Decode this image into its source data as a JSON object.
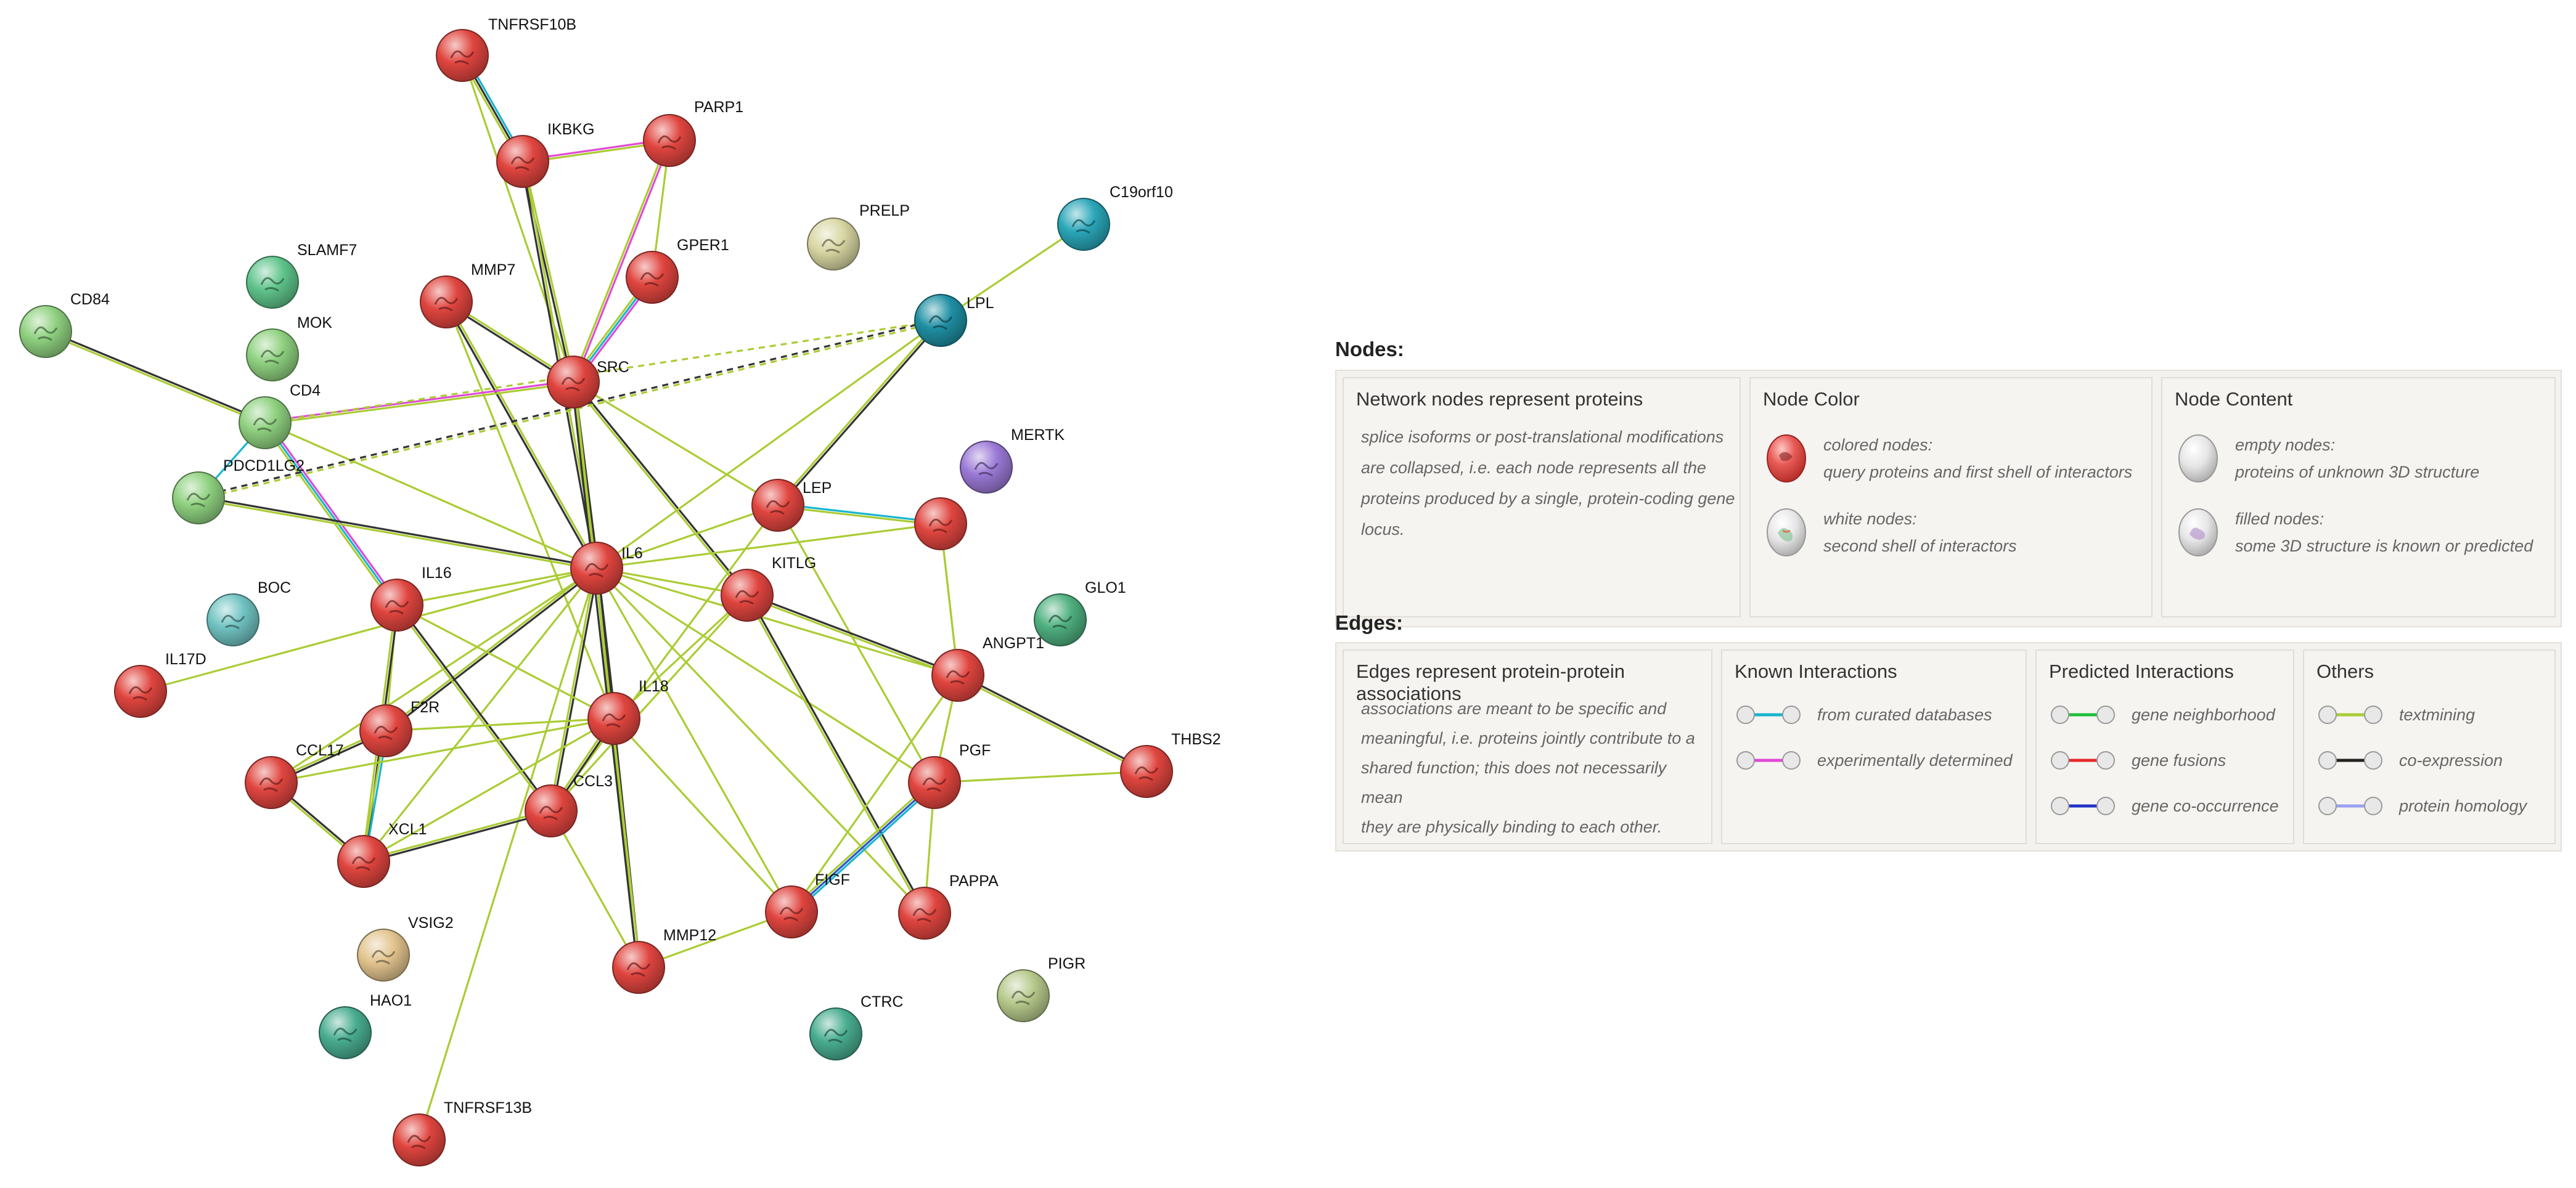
{
  "network": {
    "nodes": [
      {
        "id": "TNFRSF10B",
        "label": "TNFRSF10B",
        "color": "#e0453f"
      },
      {
        "id": "IKBKG",
        "label": "IKBKG",
        "color": "#e0453f"
      },
      {
        "id": "PARP1",
        "label": "PARP1",
        "color": "#e0453f"
      },
      {
        "id": "PRELP",
        "label": "PRELP",
        "color": "#d8d6a2"
      },
      {
        "id": "C19orf10",
        "label": "C19orf10",
        "color": "#2aa6b8"
      },
      {
        "id": "SLAMF7",
        "label": "SLAMF7",
        "color": "#5fc48b"
      },
      {
        "id": "MMP7",
        "label": "MMP7",
        "color": "#e0453f"
      },
      {
        "id": "GPER1",
        "label": "GPER1",
        "color": "#e0453f"
      },
      {
        "id": "CD84",
        "label": "CD84",
        "color": "#8fd180"
      },
      {
        "id": "MOK",
        "label": "MOK",
        "color": "#8fd180"
      },
      {
        "id": "SRC",
        "label": "SRC",
        "color": "#e0453f"
      },
      {
        "id": "LPL",
        "label": "LPL",
        "color": "#1f8fa3"
      },
      {
        "id": "CD4",
        "label": "CD4",
        "color": "#8fd180"
      },
      {
        "id": "MERTK",
        "label": "MERTK",
        "color": "#9b79d6"
      },
      {
        "id": "PDCD1LG2",
        "label": "PDCD1LG2",
        "color": "#8fd180"
      },
      {
        "id": "LEP",
        "label": "LEP",
        "color": "#e0453f"
      },
      {
        "id": "HGF",
        "label": "",
        "color": "#e0453f"
      },
      {
        "id": "IL6",
        "label": "IL6",
        "color": "#e0453f"
      },
      {
        "id": "KITLG",
        "label": "KITLG",
        "color": "#e0453f"
      },
      {
        "id": "IL16",
        "label": "IL16",
        "color": "#e0453f"
      },
      {
        "id": "BOC",
        "label": "BOC",
        "color": "#70c3c2"
      },
      {
        "id": "GLO1",
        "label": "GLO1",
        "color": "#4fb080"
      },
      {
        "id": "IL17D",
        "label": "IL17D",
        "color": "#e0453f"
      },
      {
        "id": "ANGPT1",
        "label": "ANGPT1",
        "color": "#e0453f"
      },
      {
        "id": "F2R",
        "label": "F2R",
        "color": "#e0453f"
      },
      {
        "id": "IL18",
        "label": "IL18",
        "color": "#e0453f"
      },
      {
        "id": "THBS2",
        "label": "THBS2",
        "color": "#e0453f"
      },
      {
        "id": "CCL17",
        "label": "CCL17",
        "color": "#e0453f"
      },
      {
        "id": "PGF",
        "label": "PGF",
        "color": "#e0453f"
      },
      {
        "id": "CCL3",
        "label": "CCL3",
        "color": "#e0453f"
      },
      {
        "id": "XCL1",
        "label": "XCL1",
        "color": "#e0453f"
      },
      {
        "id": "FIGF",
        "label": "FIGF",
        "color": "#e0453f"
      },
      {
        "id": "PAPPA",
        "label": "PAPPA",
        "color": "#e0453f"
      },
      {
        "id": "VSIG2",
        "label": "VSIG2",
        "color": "#e2c48e"
      },
      {
        "id": "MMP12",
        "label": "MMP12",
        "color": "#e0453f"
      },
      {
        "id": "PIGR",
        "label": "PIGR",
        "color": "#b7c98c"
      },
      {
        "id": "HAO1",
        "label": "HAO1",
        "color": "#49ad8f"
      },
      {
        "id": "CTRC",
        "label": "CTRC",
        "color": "#49ad8f"
      },
      {
        "id": "TNFRSF13B",
        "label": "TNFRSF13B",
        "color": "#e0453f"
      }
    ],
    "edges": [
      [
        "TNFRSF10B",
        "IKBKG",
        [
          "#18b5cf",
          "#333333",
          "#aacc33"
        ]
      ],
      [
        "TNFRSF10B",
        "SRC",
        [
          "#aacc33"
        ]
      ],
      [
        "IKBKG",
        "PARP1",
        [
          "#e04ad6",
          "#aacc33"
        ]
      ],
      [
        "IKBKG",
        "SRC",
        [
          "#aacc33",
          "#333333"
        ]
      ],
      [
        "IKBKG",
        "IL6",
        [
          "#aacc33",
          "#333333"
        ]
      ],
      [
        "PARP1",
        "SRC",
        [
          "#e04ad6",
          "#aacc33"
        ]
      ],
      [
        "PARP1",
        "GPER1",
        [
          "#aacc33"
        ]
      ],
      [
        "GPER1",
        "SRC",
        [
          "#e04ad6",
          "#18b5cf",
          "#aacc33"
        ]
      ],
      [
        "C19orf10",
        "LPL",
        [
          "#aacc33"
        ]
      ],
      [
        "MMP7",
        "SRC",
        [
          "#aacc33",
          "#333333"
        ]
      ],
      [
        "MMP7",
        "IL6",
        [
          "#aacc33",
          "#333333"
        ]
      ],
      [
        "MMP7",
        "IL18",
        [
          "#aacc33"
        ]
      ],
      [
        "CD84",
        "CD4",
        [
          "#333333",
          "#aacc33"
        ]
      ],
      [
        "CD4",
        "SRC",
        [
          "#e04ad6",
          "#aacc33"
        ]
      ],
      [
        "CD4",
        "IL16",
        [
          "#e04ad6",
          "#18b5cf",
          "#aacc33"
        ]
      ],
      [
        "CD4",
        "IL6",
        [
          "#aacc33"
        ]
      ],
      [
        "CD4",
        "PDCD1LG2",
        [
          "#18b5cf"
        ]
      ],
      [
        "PDCD1LG2",
        "IL6",
        [
          "#333333",
          "#aacc33"
        ]
      ],
      [
        "SRC",
        "IL6",
        [
          "#333333",
          "#aacc33"
        ]
      ],
      [
        "SRC",
        "KITLG",
        [
          "#333333",
          "#aacc33"
        ]
      ],
      [
        "SRC",
        "LEP",
        [
          "#aacc33"
        ]
      ],
      [
        "LPL",
        "LEP",
        [
          "#333333",
          "#aacc33"
        ]
      ],
      [
        "LPL",
        "IL6",
        [
          "#aacc33"
        ]
      ],
      [
        "LEP",
        "HGF",
        [
          "#18b5cf",
          "#aacc33"
        ]
      ],
      [
        "LEP",
        "IL6",
        [
          "#aacc33"
        ]
      ],
      [
        "LEP",
        "PGF",
        [
          "#aacc33"
        ]
      ],
      [
        "LEP",
        "CCL3",
        [
          "#aacc33"
        ]
      ],
      [
        "HGF",
        "ANGPT1",
        [
          "#aacc33"
        ]
      ],
      [
        "HGF",
        "IL6",
        [
          "#aacc33"
        ]
      ],
      [
        "IL6",
        "KITLG",
        [
          "#aacc33"
        ]
      ],
      [
        "IL6",
        "IL16",
        [
          "#aacc33"
        ]
      ],
      [
        "IL6",
        "IL17D",
        [
          "#aacc33"
        ]
      ],
      [
        "IL6",
        "IL18",
        [
          "#333333",
          "#aacc33"
        ]
      ],
      [
        "IL6",
        "F2R",
        [
          "#333333",
          "#aacc33"
        ]
      ],
      [
        "IL6",
        "CCL17",
        [
          "#aacc33"
        ]
      ],
      [
        "IL6",
        "CCL3",
        [
          "#333333",
          "#aacc33"
        ]
      ],
      [
        "IL6",
        "XCL1",
        [
          "#aacc33"
        ]
      ],
      [
        "IL6",
        "ANGPT1",
        [
          "#aacc33"
        ]
      ],
      [
        "IL6",
        "PGF",
        [
          "#aacc33"
        ]
      ],
      [
        "IL6",
        "FIGF",
        [
          "#aacc33"
        ]
      ],
      [
        "IL6",
        "MMP12",
        [
          "#333333",
          "#aacc33"
        ]
      ],
      [
        "IL6",
        "TNFRSF13B",
        [
          "#aacc33"
        ]
      ],
      [
        "IL6",
        "PAPPA",
        [
          "#aacc33"
        ]
      ],
      [
        "KITLG",
        "ANGPT1",
        [
          "#333333",
          "#aacc33"
        ]
      ],
      [
        "KITLG",
        "IL18",
        [
          "#aacc33"
        ]
      ],
      [
        "KITLG",
        "CCL3",
        [
          "#aacc33"
        ]
      ],
      [
        "KITLG",
        "PAPPA",
        [
          "#333333",
          "#aacc33"
        ]
      ],
      [
        "IL16",
        "F2R",
        [
          "#aacc33"
        ]
      ],
      [
        "IL16",
        "CCL3",
        [
          "#333333",
          "#aacc33"
        ]
      ],
      [
        "IL16",
        "XCL1",
        [
          "#333333",
          "#aacc33"
        ]
      ],
      [
        "IL16",
        "IL18",
        [
          "#aacc33"
        ]
      ],
      [
        "F2R",
        "CCL17",
        [
          "#333333",
          "#aacc33"
        ]
      ],
      [
        "F2R",
        "XCL1",
        [
          "#18b5cf",
          "#aacc33"
        ]
      ],
      [
        "F2R",
        "IL18",
        [
          "#aacc33"
        ]
      ],
      [
        "IL18",
        "CCL3",
        [
          "#333333",
          "#aacc33"
        ]
      ],
      [
        "IL18",
        "XCL1",
        [
          "#aacc33"
        ]
      ],
      [
        "IL18",
        "FIGF",
        [
          "#aacc33"
        ]
      ],
      [
        "IL18",
        "CCL17",
        [
          "#aacc33"
        ]
      ],
      [
        "CCL3",
        "XCL1",
        [
          "#333333",
          "#aacc33"
        ]
      ],
      [
        "CCL3",
        "MMP12",
        [
          "#aacc33"
        ]
      ],
      [
        "CCL17",
        "XCL1",
        [
          "#333333",
          "#aacc33"
        ]
      ],
      [
        "ANGPT1",
        "THBS2",
        [
          "#333333",
          "#aacc33"
        ]
      ],
      [
        "ANGPT1",
        "PGF",
        [
          "#aacc33"
        ]
      ],
      [
        "ANGPT1",
        "FIGF",
        [
          "#aacc33"
        ]
      ],
      [
        "ANGPT1",
        "HGF",
        [
          "#aacc33"
        ]
      ],
      [
        "PGF",
        "FIGF",
        [
          "#18b5cf",
          "#2d55cc",
          "#aacc33"
        ]
      ],
      [
        "PGF",
        "THBS2",
        [
          "#aacc33"
        ]
      ],
      [
        "PGF",
        "PAPPA",
        [
          "#aacc33"
        ]
      ],
      [
        "FIGF",
        "MMP12",
        [
          "#aacc33"
        ]
      ],
      [
        "MMP12",
        "SRC",
        [
          "#333333",
          "#aacc33"
        ]
      ]
    ],
    "dashed_edges": [
      [
        "CD4",
        "LPL",
        [
          "#aacc33"
        ]
      ],
      [
        "PDCD1LG2",
        "LPL",
        [
          "#333333",
          "#aacc33"
        ]
      ]
    ]
  },
  "legend": {
    "nodes_title": "Nodes:",
    "edges_title": "Edges:",
    "nodes_boxes": [
      {
        "title": "Network nodes represent proteins",
        "lines": [
          "splice isoforms or post-translational modifications",
          "are collapsed, i.e. each node represents all the",
          "proteins produced by a single, protein-coding gene",
          "locus."
        ]
      },
      {
        "title": "Node Color",
        "items": [
          {
            "icon": "colored-node-icon",
            "line1": "colored nodes:",
            "line2": "query proteins and first shell of interactors"
          },
          {
            "icon": "white-node-icon",
            "line1": "white nodes:",
            "line2": "second shell of interactors"
          }
        ]
      },
      {
        "title": "Node Content",
        "items": [
          {
            "icon": "empty-node-icon",
            "line1": "empty nodes:",
            "line2": "proteins of unknown 3D structure"
          },
          {
            "icon": "filled-node-icon",
            "line1": "filled nodes:",
            "line2": "some 3D structure is known or predicted"
          }
        ]
      }
    ],
    "edges_boxes": [
      {
        "title": "Edges represent protein-protein associations",
        "lines": [
          "associations are meant to be specific and",
          "meaningful, i.e. proteins jointly contribute to a",
          "shared function; this does not necessarily mean",
          "they are physically binding to each other."
        ]
      },
      {
        "title": "Known Interactions",
        "items": [
          {
            "label": "from curated databases",
            "color": "#18b5cf"
          },
          {
            "label": "experimentally determined",
            "color": "#e04ad6"
          }
        ]
      },
      {
        "title": "Predicted Interactions",
        "items": [
          {
            "label": "gene neighborhood",
            "color": "#1fbf3a"
          },
          {
            "label": "gene fusions",
            "color": "#e52b2b"
          },
          {
            "label": "gene co-occurrence",
            "color": "#2233c6"
          }
        ]
      },
      {
        "title": "Others",
        "items": [
          {
            "label": "textmining",
            "color": "#aacc33"
          },
          {
            "label": "co-expression",
            "color": "#222222"
          },
          {
            "label": "protein homology",
            "color": "#9aa0ee"
          }
        ]
      }
    ]
  }
}
